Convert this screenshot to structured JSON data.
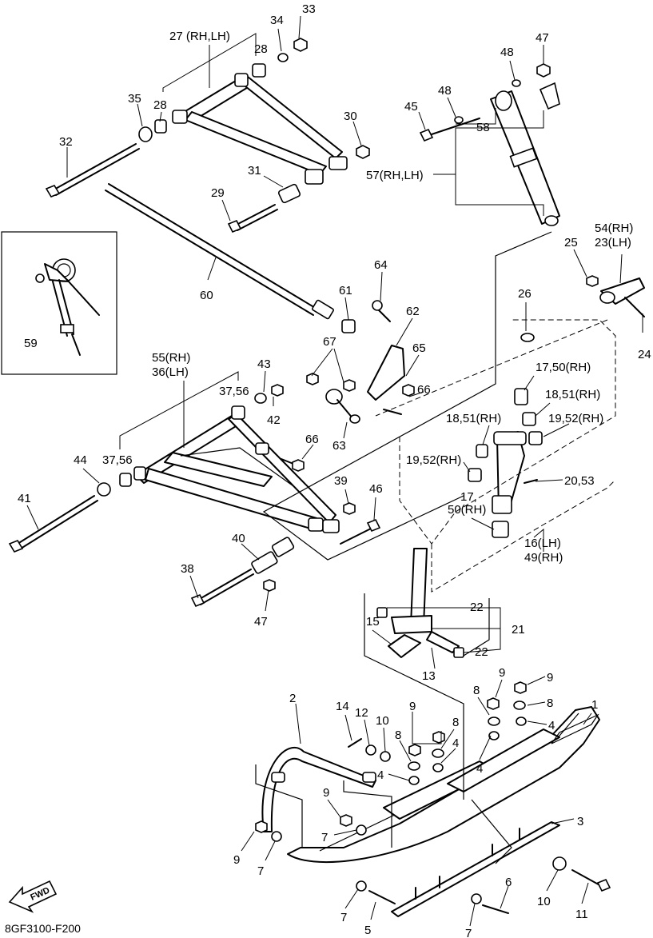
{
  "diagram": {
    "code": "8GF3100-F200",
    "fwd_label": "FWD",
    "callouts": [
      {
        "id": "c33",
        "text": "33"
      },
      {
        "id": "c34",
        "text": "34"
      },
      {
        "id": "c27",
        "text": "27 (RH,LH)"
      },
      {
        "id": "c28a",
        "text": "28"
      },
      {
        "id": "c28b",
        "text": "28"
      },
      {
        "id": "c35",
        "text": "35"
      },
      {
        "id": "c30",
        "text": "30"
      },
      {
        "id": "c32",
        "text": "32"
      },
      {
        "id": "c31",
        "text": "31"
      },
      {
        "id": "c29",
        "text": "29"
      },
      {
        "id": "c47a",
        "text": "47"
      },
      {
        "id": "c48a",
        "text": "48"
      },
      {
        "id": "c48b",
        "text": "48"
      },
      {
        "id": "c45",
        "text": "45"
      },
      {
        "id": "c58",
        "text": "58"
      },
      {
        "id": "c57",
        "text": "57(RH,LH)"
      },
      {
        "id": "c54",
        "text": "54(RH)"
      },
      {
        "id": "c23",
        "text": "23(LH)"
      },
      {
        "id": "c25",
        "text": "25"
      },
      {
        "id": "c24",
        "text": "24"
      },
      {
        "id": "c60",
        "text": "60"
      },
      {
        "id": "c59",
        "text": "59"
      },
      {
        "id": "c61",
        "text": "61"
      },
      {
        "id": "c64",
        "text": "64"
      },
      {
        "id": "c62",
        "text": "62"
      },
      {
        "id": "c26",
        "text": "26"
      },
      {
        "id": "c55",
        "text": "55(RH)"
      },
      {
        "id": "c36",
        "text": "36(LH)"
      },
      {
        "id": "c43",
        "text": "43"
      },
      {
        "id": "c67",
        "text": "67"
      },
      {
        "id": "c65",
        "text": "65"
      },
      {
        "id": "c3756a",
        "text": "37,56"
      },
      {
        "id": "c42",
        "text": "42"
      },
      {
        "id": "c66a",
        "text": "66"
      },
      {
        "id": "c1750",
        "text": "17,50(RH)"
      },
      {
        "id": "c1851a",
        "text": "18,51(RH)"
      },
      {
        "id": "c1851b",
        "text": "18,51(RH)"
      },
      {
        "id": "c1952a",
        "text": "19,52(RH)"
      },
      {
        "id": "c63",
        "text": "63"
      },
      {
        "id": "c66b",
        "text": "66"
      },
      {
        "id": "c44",
        "text": "44"
      },
      {
        "id": "c3756b",
        "text": "37,56"
      },
      {
        "id": "c41",
        "text": "41"
      },
      {
        "id": "c1952b",
        "text": "19,52(RH)"
      },
      {
        "id": "c2053",
        "text": "20,53"
      },
      {
        "id": "c39",
        "text": "39"
      },
      {
        "id": "c46",
        "text": "46"
      },
      {
        "id": "c17",
        "text": "17,"
      },
      {
        "id": "c50",
        "text": "50(RH)"
      },
      {
        "id": "c16",
        "text": "16(LH)"
      },
      {
        "id": "c49",
        "text": "49(RH)"
      },
      {
        "id": "c40",
        "text": "40"
      },
      {
        "id": "c38",
        "text": "38"
      },
      {
        "id": "c47b",
        "text": "47"
      },
      {
        "id": "c22a",
        "text": "22"
      },
      {
        "id": "c21",
        "text": "21"
      },
      {
        "id": "c15",
        "text": "15"
      },
      {
        "id": "c22b",
        "text": "22"
      },
      {
        "id": "c13",
        "text": "13"
      },
      {
        "id": "c9a",
        "text": "9"
      },
      {
        "id": "c9b",
        "text": "9"
      },
      {
        "id": "c8a",
        "text": "8"
      },
      {
        "id": "c8b",
        "text": "8"
      },
      {
        "id": "c4a",
        "text": "4"
      },
      {
        "id": "c1",
        "text": "1"
      },
      {
        "id": "c2",
        "text": "2"
      },
      {
        "id": "c14",
        "text": "14"
      },
      {
        "id": "c12",
        "text": "12"
      },
      {
        "id": "c9c",
        "text": "9"
      },
      {
        "id": "c10a",
        "text": "10"
      },
      {
        "id": "c8c",
        "text": "8"
      },
      {
        "id": "c8d",
        "text": "8"
      },
      {
        "id": "c4b",
        "text": "4"
      },
      {
        "id": "c4c",
        "text": "4"
      },
      {
        "id": "c4d",
        "text": "4"
      },
      {
        "id": "c9d",
        "text": "9"
      },
      {
        "id": "c7a",
        "text": "7"
      },
      {
        "id": "c3",
        "text": "3"
      },
      {
        "id": "c9e",
        "text": "9"
      },
      {
        "id": "c7b",
        "text": "7"
      },
      {
        "id": "c10b",
        "text": "10"
      },
      {
        "id": "c11",
        "text": "11"
      },
      {
        "id": "c6",
        "text": "6"
      },
      {
        "id": "c7c",
        "text": "7"
      },
      {
        "id": "c5",
        "text": "5"
      },
      {
        "id": "c7d",
        "text": "7"
      }
    ]
  }
}
